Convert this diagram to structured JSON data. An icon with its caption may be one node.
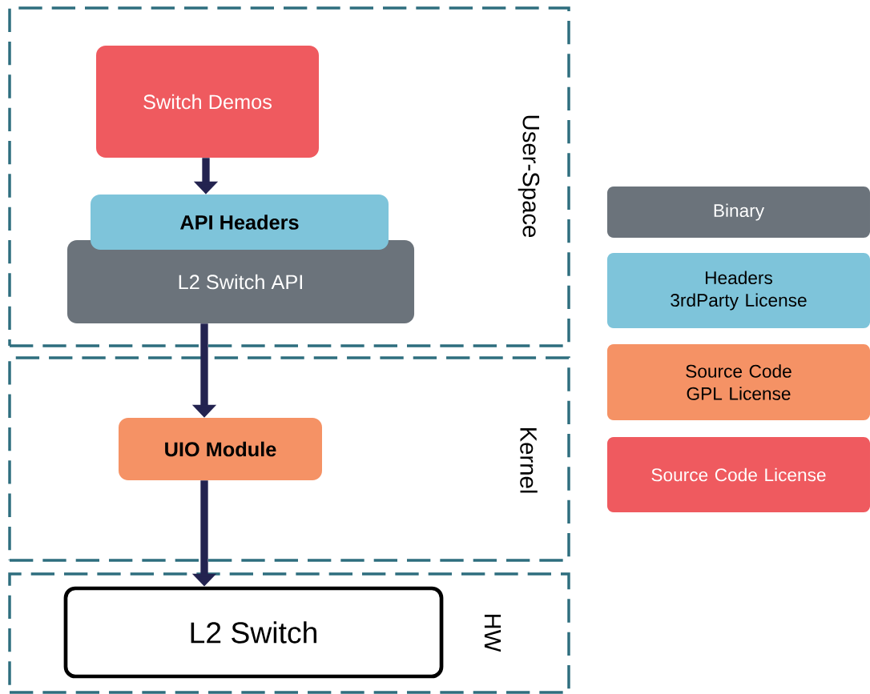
{
  "diagram": {
    "nodes": [
      {
        "text": [
          "User-Space"
        ]
      },
      {
        "text": [
          "Switch Demos"
        ],
        "in": 0
      },
      {
        "text": [
          "API Headers"
        ],
        "in": 0
      },
      {
        "text": [
          "L2 Switch API"
        ],
        "in": 0
      },
      {
        "text": [
          "Kernel"
        ]
      },
      {
        "text": [
          "UIO Module"
        ],
        "in": 4
      },
      {
        "text": [
          "HW"
        ]
      },
      {
        "text": [
          "L2 Switch"
        ],
        "in": 6
      }
    ],
    "edges": [
      {
        "from": 1,
        "to": 2,
        "arrow": "to"
      },
      {
        "from": 3,
        "to": 5,
        "arrow": "to"
      },
      {
        "from": 5,
        "to": 7,
        "arrow": "to"
      }
    ],
    "legend": [
      {
        "text": "Binary",
        "color": "#6b737b"
      },
      {
        "text": "Headers 3rdParty License",
        "color": "#7ec4da"
      },
      {
        "text": "Source Code GPL License",
        "color": "#f59265"
      },
      {
        "text": "Source Code License",
        "color": "#ef5a5f"
      }
    ]
  }
}
